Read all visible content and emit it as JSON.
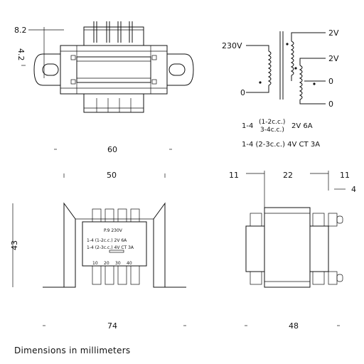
{
  "dimensions": {
    "top_offset": "8.2",
    "top_height": "4.2",
    "top_width": "60",
    "front_width_top": "50",
    "front_height": "43",
    "front_width_bottom": "74",
    "side_left": "11",
    "side_mid": "22",
    "side_right": "11",
    "side_tab": "4",
    "side_width": "48"
  },
  "schematic": {
    "primary": "230V",
    "primary_zero": "0",
    "out1_top": "2V",
    "out2_top": "2V",
    "out2_mid": "0",
    "out2_bottom": "0",
    "spec_line1_prefix": "1-4",
    "spec_line1_a": "(1-2c.c.)",
    "spec_line1_b": "3-4c.c.)",
    "spec_line1_suffix": "2V 6A",
    "spec_line2": "1-4 (2-3c.c.) 4V CT 3A"
  },
  "label_plate": {
    "line1": "P.9 230V",
    "line2": "1-4 (1-2c.c.) 2V 6A",
    "line3": "1-4 (2-3c.c.) 4V CT 3A",
    "pins": [
      "10",
      "20",
      "30",
      "40"
    ]
  },
  "caption": "Dimensions in millimeters"
}
